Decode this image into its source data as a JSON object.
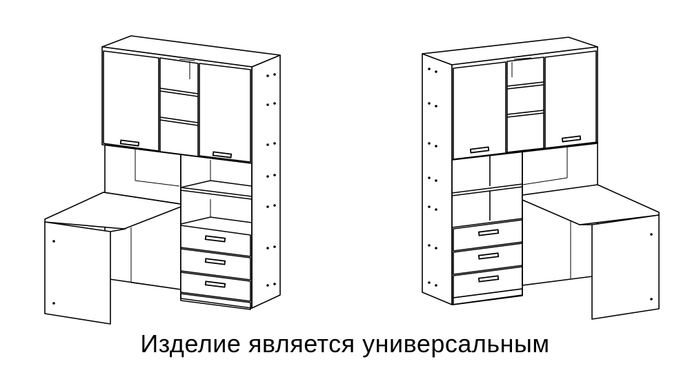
{
  "caption": "Изделие является универсальным",
  "figures": [
    {
      "id": "left-layout",
      "desk_side": "left"
    },
    {
      "id": "right-layout",
      "desk_side": "right"
    }
  ],
  "colors": {
    "line": "#000000",
    "background": "#ffffff"
  }
}
